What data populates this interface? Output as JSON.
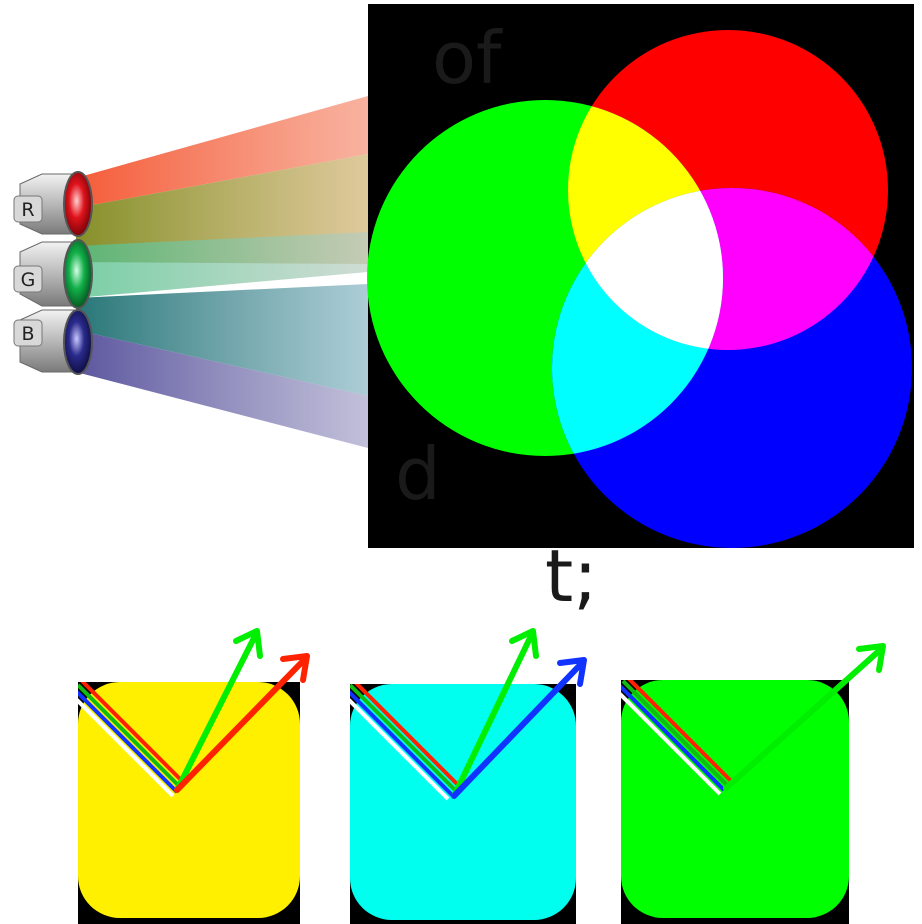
{
  "text_fragments": [
    "of",
    "d",
    "t;"
  ],
  "lamps": [
    {
      "label": "R",
      "lens_color": "#e0131c",
      "beam_color": "#f47a5c"
    },
    {
      "label": "G",
      "lens_color": "#12b04a",
      "beam_color": "#6fcf9a"
    },
    {
      "label": "B",
      "lens_color": "#2a2a8c",
      "beam_color": "#6f6ab0"
    }
  ],
  "venn": {
    "background": "#000000",
    "circles": [
      {
        "name": "red",
        "color": "#ff0000"
      },
      {
        "name": "green",
        "color": "#00ff00"
      },
      {
        "name": "blue",
        "color": "#0000ff"
      }
    ],
    "overlaps": {
      "red_green": "#ffff00",
      "green_blue": "#00ffff",
      "red_blue": "#ff00ff",
      "all": "#ffffff"
    }
  },
  "reflection_panels": [
    {
      "surface_color": "#fff000",
      "reflected_rays": [
        "#00ee00",
        "#ff2200"
      ]
    },
    {
      "surface_color": "#00ffee",
      "reflected_rays": [
        "#00ee00",
        "#1133ff"
      ]
    },
    {
      "surface_color": "#00ff00",
      "reflected_rays": [
        "#00ee00"
      ]
    }
  ]
}
